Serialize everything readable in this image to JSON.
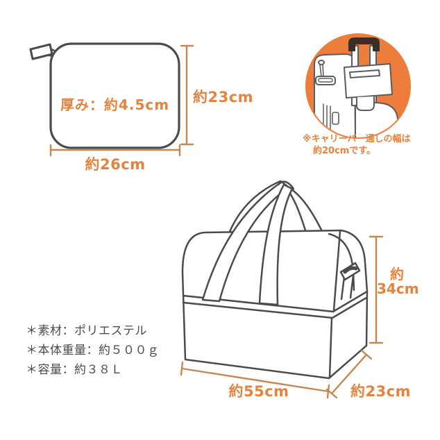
{
  "colors": {
    "outline_gray": "#4b4b4b",
    "accent_orange": "#ee7c3a",
    "dimension_line": "#c9854e",
    "dimension_text": "#e5823e",
    "spec_text": "#4a4a4a"
  },
  "folded_pouch": {
    "thickness_label": "厚み：約4.5cm",
    "height_label": "約23cm",
    "width_label": "約26cm"
  },
  "carry_bar_note": {
    "line1": "※キャリーバー通しの幅は",
    "line2": "約20cmです。"
  },
  "bag": {
    "height_label_top": "約",
    "height_label_bottom": "34cm",
    "width_label": "約55cm",
    "depth_label": "約23cm"
  },
  "specs": {
    "material": "＊素材：ポリエステル",
    "weight": "＊本体重量：約５００ｇ",
    "capacity": "＊容量：約３８Ｌ"
  },
  "icons": {
    "pouch": "folded-pouch-icon",
    "suitcase": "suitcase-with-telescopic-handle-icon",
    "folded_bag_on_bar": "folded-bag-on-carry-bar-icon",
    "boston_bag": "boston-bag-icon"
  }
}
